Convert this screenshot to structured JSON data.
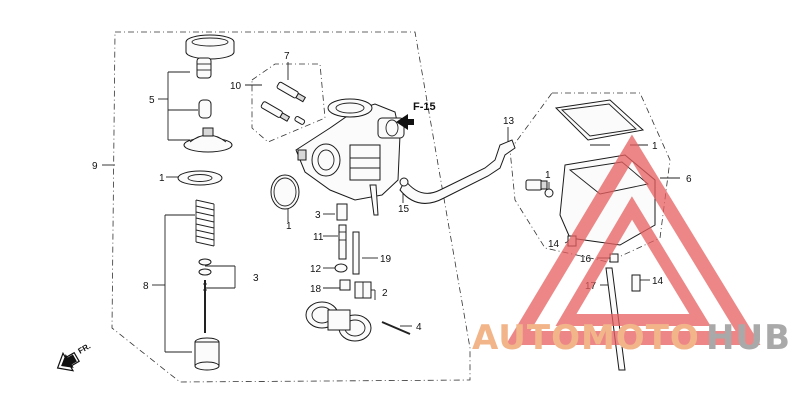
{
  "labels": {
    "p1a": "1",
    "p1b": "1",
    "p1c": "1",
    "p1d": "1",
    "p2": "2",
    "p3a": "3",
    "p3b": "3",
    "p4": "4",
    "p5": "5",
    "p6": "6",
    "p7": "7",
    "p8": "8",
    "p9": "9",
    "p10": "10",
    "p11": "11",
    "p12": "12",
    "p13": "13",
    "p14a": "14",
    "p14b": "14",
    "p15": "15",
    "p16": "16",
    "p17": "17",
    "p18": "18",
    "p19": "19"
  },
  "ref": "F-15",
  "direction": "FR.",
  "watermark": {
    "part1": "AUTOMOTO",
    "part2": "HUB",
    "color1": "#f2b58a",
    "color2": "#a9a9a9",
    "triangle_color": "#e86060"
  }
}
